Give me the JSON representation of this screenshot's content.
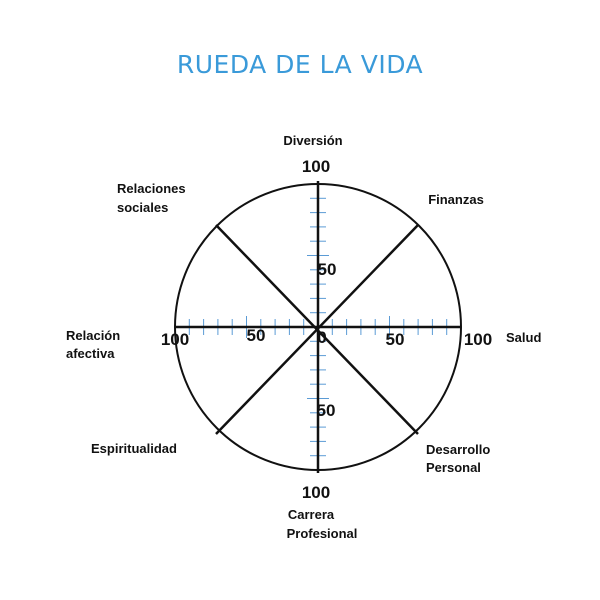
{
  "title": "RUEDA DE LA VIDA",
  "colors": {
    "title": "#3a9ad9",
    "lines": "#111111",
    "ticks": "#5b9bd5"
  },
  "scale": {
    "max": "100",
    "mid": "50",
    "center": "0"
  },
  "areas": {
    "diversion": [
      "Diversión"
    ],
    "finanzas": [
      "Finanzas"
    ],
    "salud": [
      "Salud"
    ],
    "desarrollo": [
      "Desarrollo",
      "Personal"
    ],
    "carrera": [
      "Carrera",
      "Profesional"
    ],
    "espiritualidad": [
      "Espiritualidad"
    ],
    "relacion_afectiva": [
      "Relación",
      "afectiva"
    ],
    "relaciones_sociales": [
      "Relaciones",
      "sociales"
    ]
  }
}
